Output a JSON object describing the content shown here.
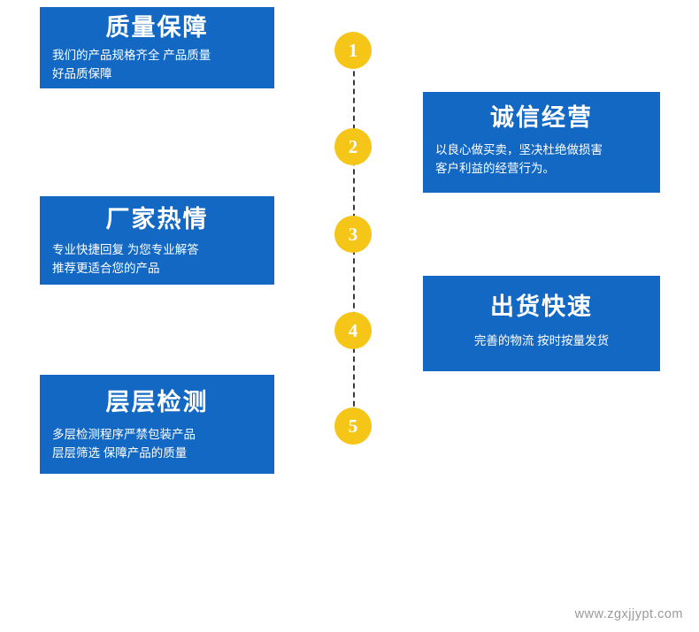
{
  "page": {
    "background_color": "#ffffff",
    "card_color": "#1268c3",
    "step_color": "#f5c518",
    "line_color": "#3a3a3a",
    "watermark": "www.zgxjjypt.com"
  },
  "cards": {
    "quality": {
      "title": "质量保障",
      "desc": "我们的产品规格齐全 产品质量\n好品质保障"
    },
    "factory": {
      "title": "厂家热情",
      "desc": "专业快捷回复 为您专业解答\n推荐更适合您的产品"
    },
    "inspect": {
      "title": "层层检测",
      "desc": "多层检测程序严禁包装产品\n层层筛选 保障产品的质量"
    },
    "integrity": {
      "title": "诚信经营",
      "desc": "以良心做买卖，坚决杜绝做损害\n客户利益的经营行为。"
    },
    "shipping": {
      "title": "出货快速",
      "desc": "完善的物流 按时按量发货"
    }
  },
  "steps": [
    {
      "number": "1"
    },
    {
      "number": "2"
    },
    {
      "number": "3"
    },
    {
      "number": "4"
    },
    {
      "number": "5"
    }
  ]
}
